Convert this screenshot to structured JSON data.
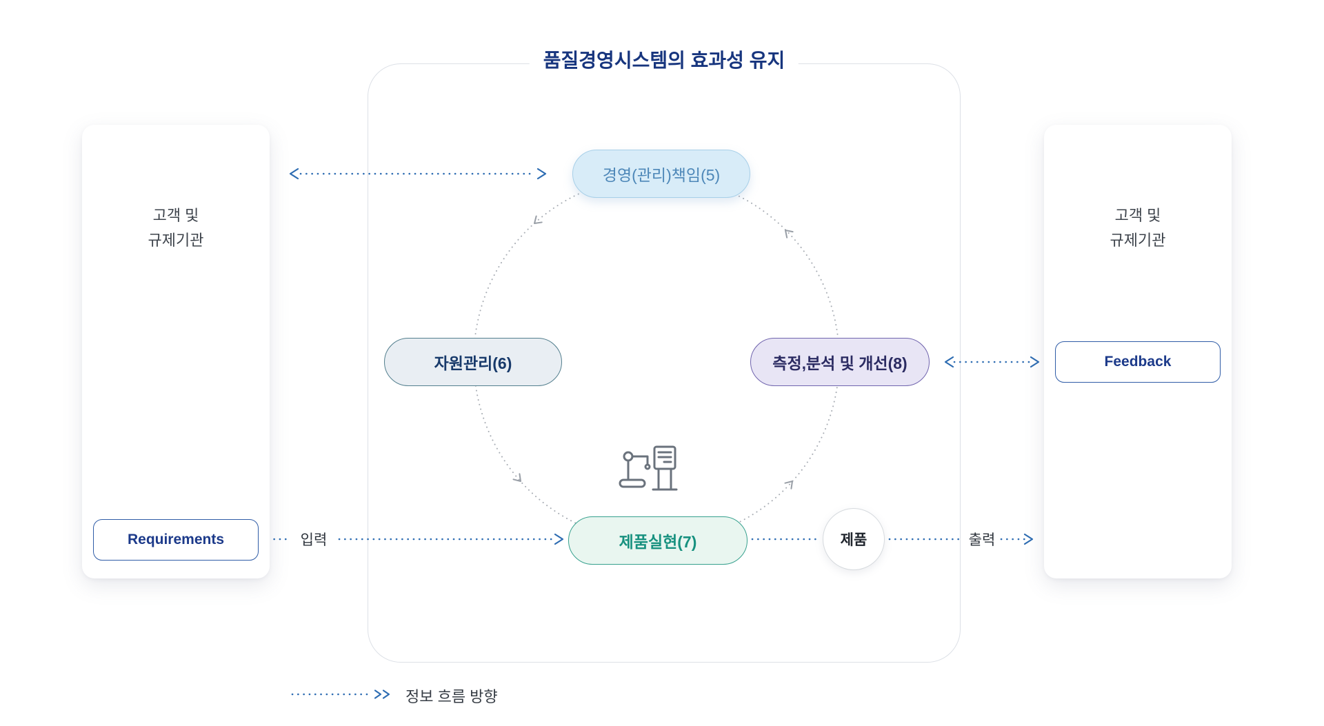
{
  "title": "품질경영시스템의 효과성 유지",
  "left_panel": {
    "label": "고객 및\n규제기관",
    "button": "Requirements"
  },
  "right_panel": {
    "label": "고객 및\n규제기관",
    "button": "Feedback"
  },
  "cycle_nodes": {
    "management": "경영(관리)책임(5)",
    "resources": "자원관리(6)",
    "measurement": "측정,분석 및 개선(8)",
    "realization": "제품실현(7)"
  },
  "flow_labels": {
    "input": "입력",
    "output": "출력",
    "product": "제품"
  },
  "legend": {
    "label": "정보 흐름 방향"
  },
  "icons": {
    "center": "robot-arm-machine-icon"
  },
  "colors": {
    "accent_blue": "#2d6cb2",
    "title_navy": "#17357e",
    "button_border": "#2e5ba6",
    "cycle_gray": "#a8adb4",
    "box_border": "#dce0e6",
    "node_top_bg": "#d8ecf8",
    "node_top_border": "#a7cfe8",
    "node_top_text": "#4d87b8",
    "node_left_bg": "#e9eef3",
    "node_left_border": "#527e8d",
    "node_right_bg": "#e8e5f5",
    "node_right_border": "#6f63ad",
    "node_bottom_bg": "#e9f6f0",
    "node_bottom_border": "#35a08d",
    "node_bottom_text": "#17917f"
  }
}
